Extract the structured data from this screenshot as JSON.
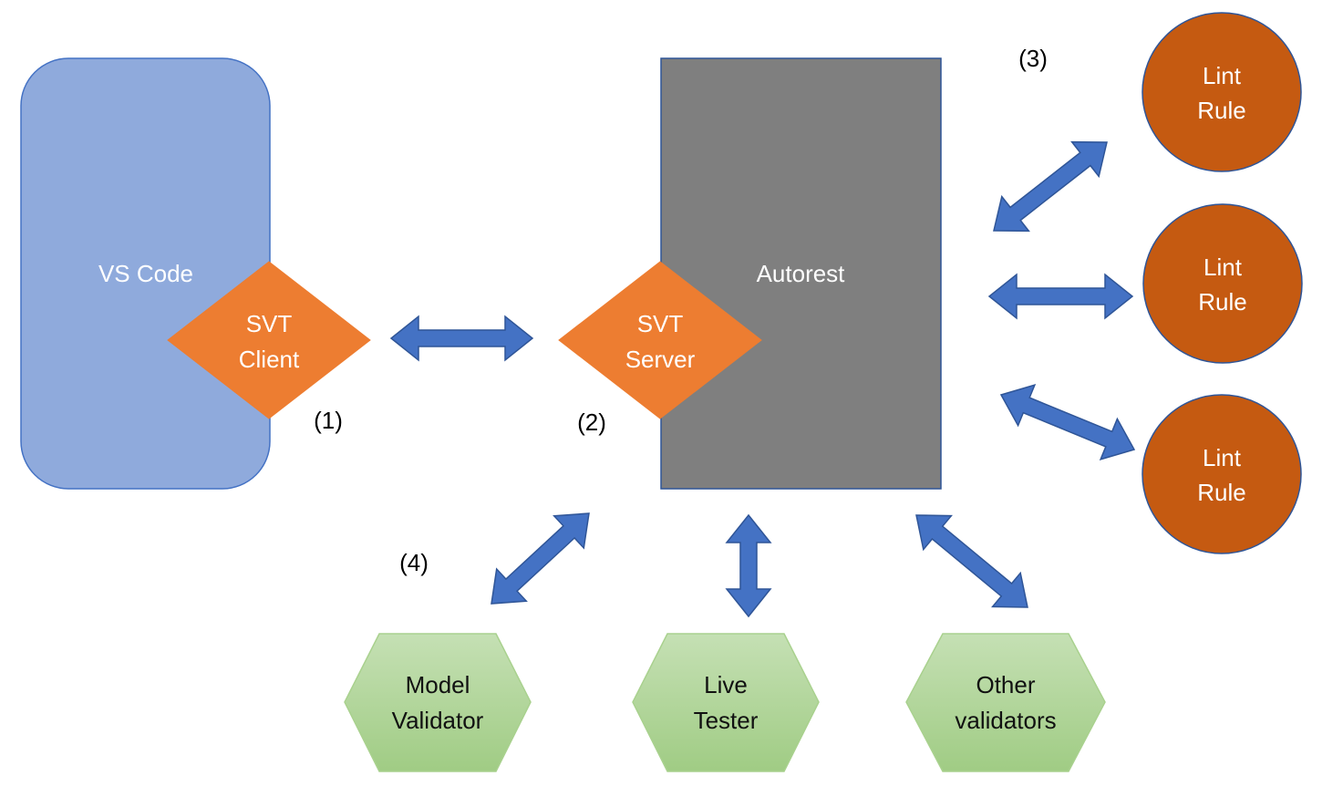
{
  "colors": {
    "vscode_fill": "#8FAADC",
    "vscode_stroke": "#4472C4",
    "diamond_fill": "#ED7D31",
    "autorest_fill": "#7F7F7F",
    "autorest_stroke": "#2F5597",
    "lint_fill": "#C55A11",
    "lint_stroke": "#2F5597",
    "validator_fill_top": "#C5E0B4",
    "validator_fill_bottom": "#A9D18E",
    "validator_stroke": "#A9D18E",
    "arrow_fill": "#4472C4",
    "arrow_stroke": "#2F5597"
  },
  "nodes": {
    "vscode": {
      "label": "VS Code"
    },
    "svt_client": {
      "line1": "SVT",
      "line2": "Client"
    },
    "autorest": {
      "label": "Autorest"
    },
    "svt_server": {
      "line1": "SVT",
      "line2": "Server"
    },
    "lint_rules": [
      {
        "line1": "Lint",
        "line2": "Rule"
      },
      {
        "line1": "Lint",
        "line2": "Rule"
      },
      {
        "line1": "Lint",
        "line2": "Rule"
      }
    ],
    "validators": [
      {
        "line1": "Model",
        "line2": "Validator"
      },
      {
        "line1": "Live",
        "line2": "Tester"
      },
      {
        "line1": "Other",
        "line2": "validators"
      }
    ]
  },
  "step_labels": {
    "step1": "(1)",
    "step2": "(2)",
    "step3": "(3)",
    "step4": "(4)"
  },
  "icons": [
    "double-arrow-icon"
  ]
}
